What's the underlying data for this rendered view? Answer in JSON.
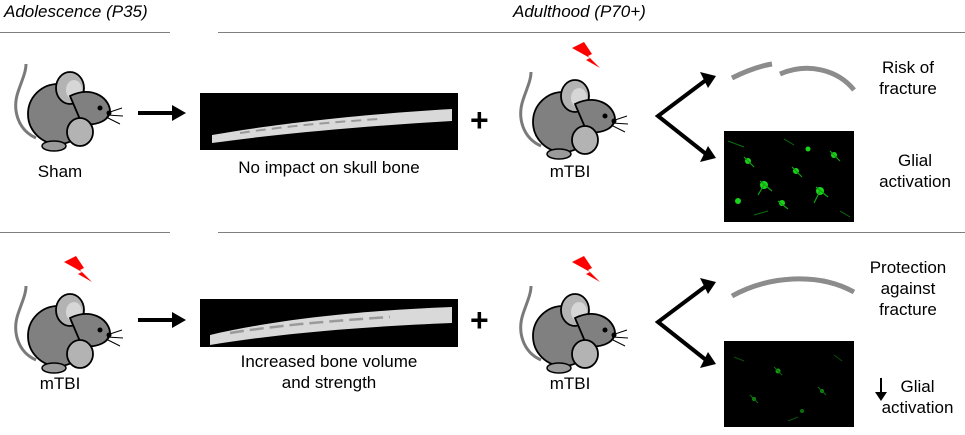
{
  "headers": {
    "adolescence": "Adolescence (P35)",
    "adulthood": "Adulthood (P70+)"
  },
  "row1": {
    "mouse_left_label": "Sham",
    "bone_caption": "No impact on skull bone",
    "mouse_right_label": "mTBI",
    "outcome_top": "Risk of fracture",
    "outcome_bottom": "Glial activation"
  },
  "row2": {
    "mouse_left_label": "mTBI",
    "bone_caption_line1": "Increased bone volume",
    "bone_caption_line2": "and strength",
    "mouse_right_label": "mTBI",
    "outcome_top": "Protection against fracture",
    "outcome_bottom": "Glial activation"
  },
  "symbols": {
    "plus": "+"
  },
  "colors": {
    "rule": "#7f7f7f",
    "mouse_body": "#808080",
    "mouse_ear": "#b3b3b3",
    "lightning": "#ff0000",
    "bone": "#d9d9d9",
    "glia": "#19d419",
    "fracture_bar": "#8c8c8c"
  },
  "icons": [
    "mouse-icon",
    "lightning-icon",
    "right-arrow-icon",
    "branch-arrow-icon",
    "down-arrow-icon"
  ]
}
